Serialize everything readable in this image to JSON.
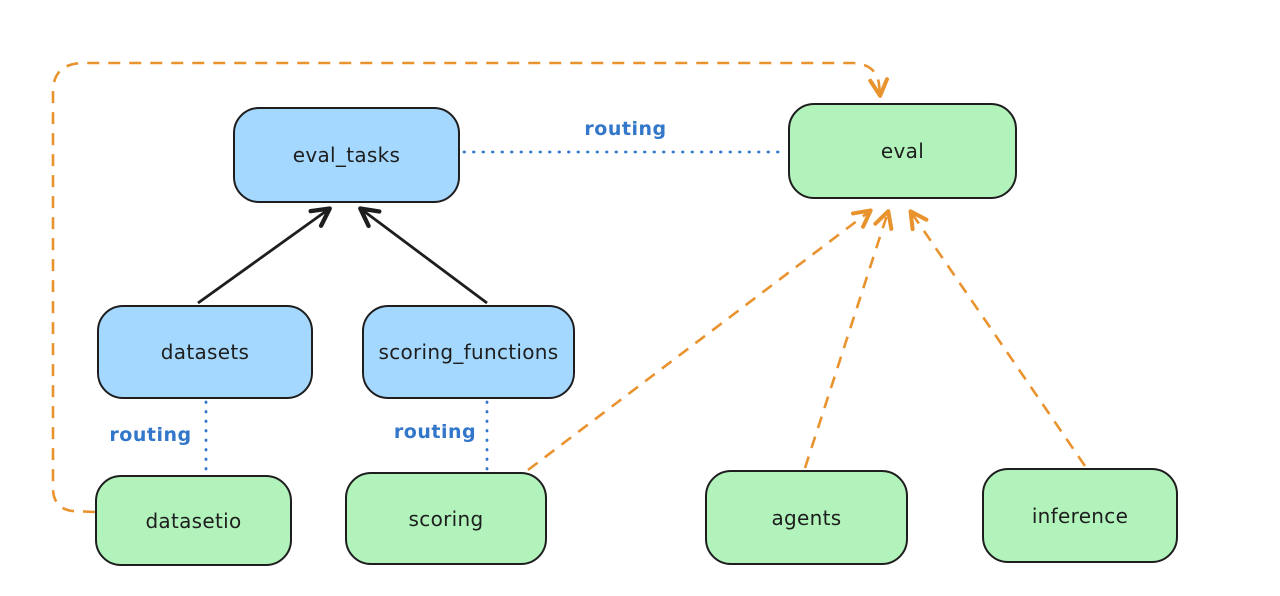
{
  "diagram": {
    "nodes": {
      "eval_tasks": {
        "label": "eval_tasks",
        "fill": "#a5d8ff"
      },
      "eval": {
        "label": "eval",
        "fill": "#b2f2bb"
      },
      "datasets": {
        "label": "datasets",
        "fill": "#a5d8ff"
      },
      "scoring_functions": {
        "label": "scoring_functions",
        "fill": "#a5d8ff"
      },
      "datasetio": {
        "label": "datasetio",
        "fill": "#b2f2bb"
      },
      "scoring": {
        "label": "scoring",
        "fill": "#b2f2bb"
      },
      "agents": {
        "label": "agents",
        "fill": "#b2f2bb"
      },
      "inference": {
        "label": "inference",
        "fill": "#b2f2bb"
      }
    },
    "edges": {
      "eval_tasks_to_eval": {
        "label": "routing",
        "style": "dotted-blue"
      },
      "datasets_to_datasetio": {
        "label": "routing",
        "style": "dotted-blue"
      },
      "scoring_functions_to_scoring": {
        "label": "routing",
        "style": "dotted-blue"
      },
      "datasets_to_eval_tasks": {
        "style": "solid-black-arrow"
      },
      "scoring_functions_to_eval_tasks": {
        "style": "solid-black-arrow"
      },
      "datasetio_to_eval": {
        "style": "dashed-orange-arrow"
      },
      "scoring_to_eval": {
        "style": "dashed-orange-arrow"
      },
      "agents_to_eval": {
        "style": "dashed-orange-arrow"
      },
      "inference_to_eval": {
        "style": "dashed-orange-arrow"
      }
    },
    "colors": {
      "blue_fill": "#a5d8ff",
      "green_fill": "#b2f2bb",
      "node_stroke": "#1e1e1e",
      "orange_stroke": "#e9932f",
      "blue_stroke": "#3277c9",
      "background": "#ffffff"
    }
  }
}
